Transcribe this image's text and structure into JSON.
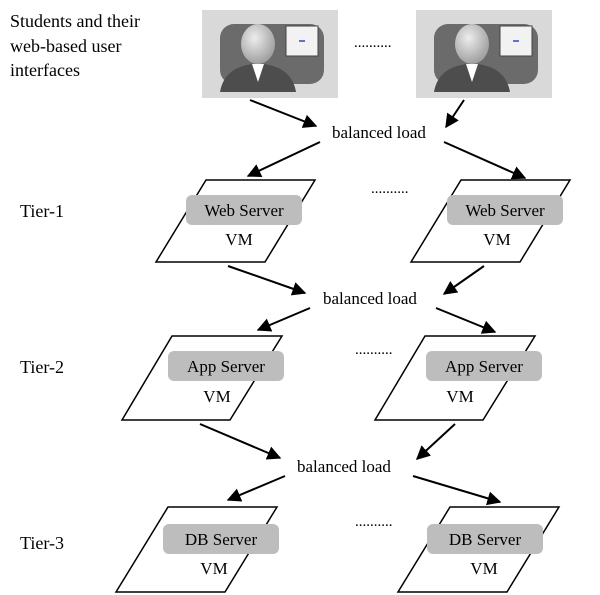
{
  "students_caption": [
    "Students and their",
    "web-based user",
    "interfaces"
  ],
  "ellipsis": "..........",
  "load_label": "balanced load",
  "tier_labels": [
    "Tier-1",
    "Tier-2",
    "Tier-3"
  ],
  "server_names": [
    "Web Server",
    "App Server",
    "DB Server"
  ],
  "vm_label": "VM",
  "student_icon": "person-at-computer-icon",
  "colors": {
    "label_box": "#bdbdbd",
    "icon_bg": "#d9d9d9",
    "person": "#4d4d4d",
    "screen": "#f2f2f2",
    "cursor": "#3344cc"
  }
}
